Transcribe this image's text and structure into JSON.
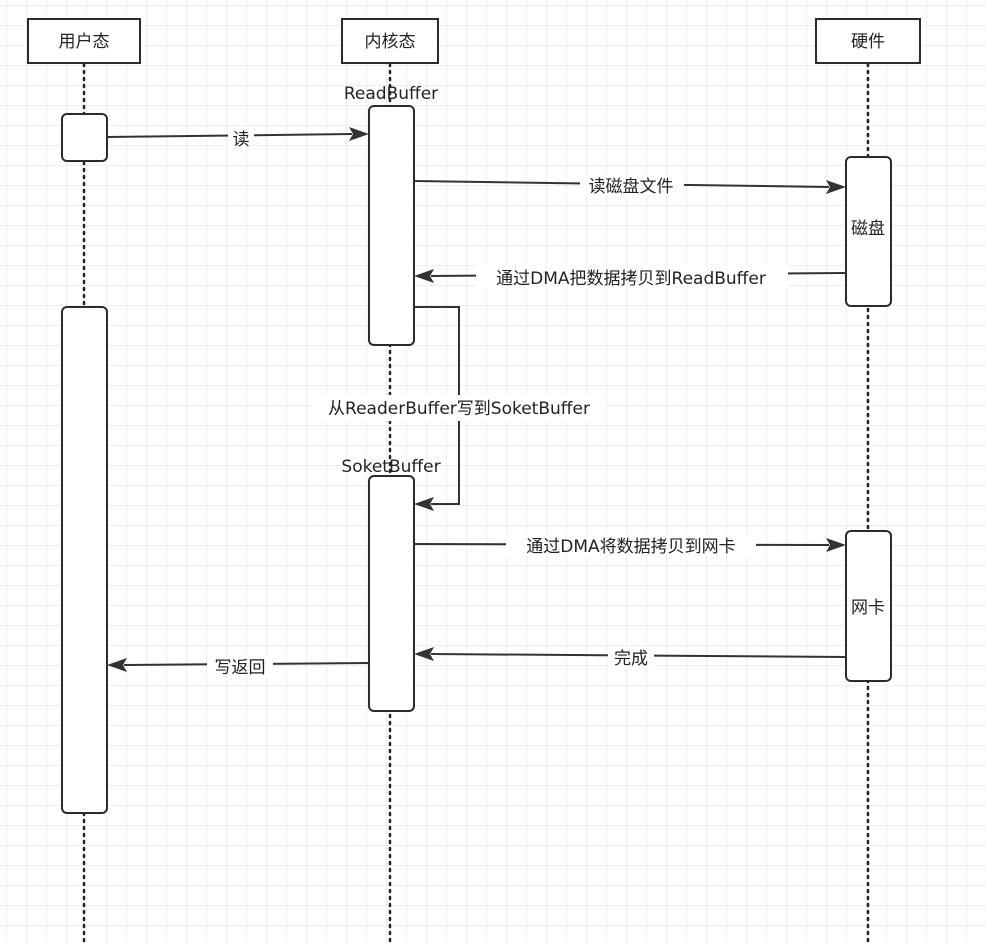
{
  "participants": {
    "user": "用户态",
    "kernel": "内核态",
    "hardware": "硬件"
  },
  "activations": {
    "read_buffer": "ReadBuffer",
    "socket_buffer": "SoketBuffer",
    "disk": "磁盘",
    "nic": "网卡"
  },
  "messages": {
    "read": "读",
    "read_disk_file": "读磁盘文件",
    "dma_to_read_buffer": "通过DMA把数据拷贝到ReadBuffer",
    "copy_to_socket_buffer": "从ReaderBuffer写到SoketBuffer",
    "dma_to_nic": "通过DMA将数据拷贝到网卡",
    "complete": "完成",
    "write_return": "写返回"
  }
}
